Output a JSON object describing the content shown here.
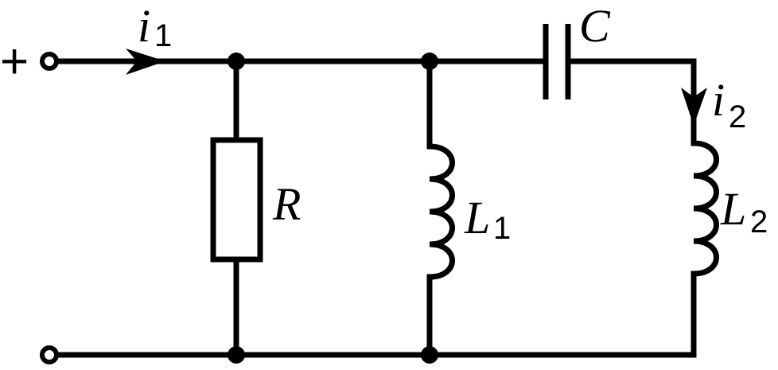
{
  "labels": {
    "i1_main": "i",
    "i1_sub": "1",
    "i2_main": "i",
    "i2_sub": "2",
    "C": "C",
    "R": "R",
    "L1_main": "L",
    "L1_sub": "1",
    "L2_main": "L",
    "L2_sub": "2",
    "plus": "+"
  }
}
